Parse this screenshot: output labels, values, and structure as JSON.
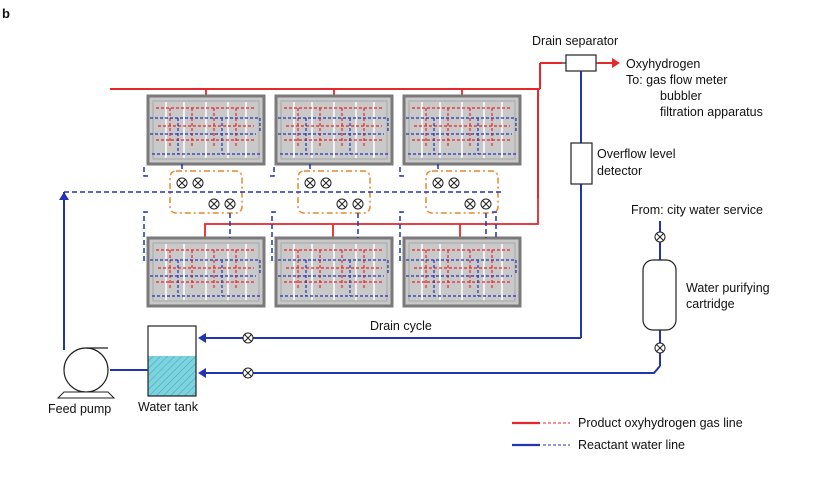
{
  "panel_letter": "b",
  "labels": {
    "drain_separator": "Drain separator",
    "oxyhydrogen": "Oxyhydrogen",
    "to_line": "To: gas flow meter",
    "bubbler": "bubbler",
    "filtration": "filtration apparatus",
    "overflow_1": "Overflow level",
    "overflow_2": "detector",
    "from_city": "From: city water service",
    "purify_1": "Water purifying",
    "purify_2": "cartridge",
    "drain_cycle": "Drain cycle",
    "feed_pump": "Feed pump",
    "water_tank": "Water tank"
  },
  "legend": {
    "gas": "Product oxyhydrogen gas line",
    "water": "Reactant water line"
  },
  "colors": {
    "gas_line": "#e8262b",
    "water_line": "#2433b0",
    "module_frame": "#7a7a7a",
    "module_fill": "#c9c9c9",
    "manifold_orange": "#e8892a",
    "tank_water": "#7fd3df"
  }
}
